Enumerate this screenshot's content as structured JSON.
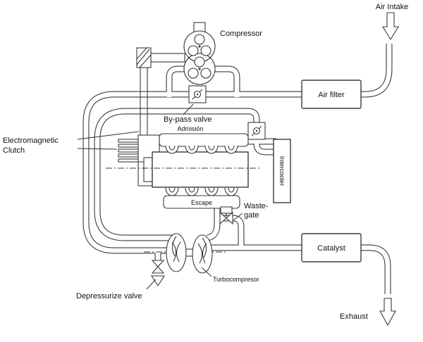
{
  "diagram": {
    "labels": {
      "air_intake": "Air Intake",
      "compressor": "Compressor",
      "air_filter": "Air filter",
      "bypass_valve": "By-pass valve",
      "admission": "Admisión",
      "clutch_line1": "Electromagnetic",
      "clutch_line2": "Clutch",
      "intercooler": "Intercooler",
      "escape": "Escape",
      "wastegate_line1": "Waste-",
      "wastegate_line2": "gate",
      "catalyst": "Catalyst",
      "turbocompressor": "Turbocompresor",
      "depressurize_valve": "Depressurize valve",
      "exhaust": "Exhaust"
    },
    "colors": {
      "line": "#3a3a3a",
      "text": "#111111",
      "background": "#ffffff"
    }
  }
}
